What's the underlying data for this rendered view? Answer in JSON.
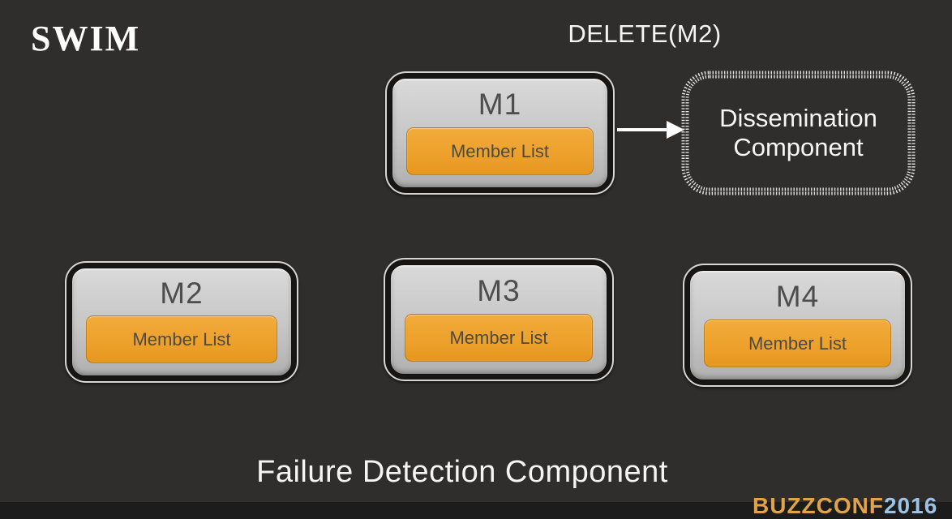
{
  "slide": {
    "title": "SWIM",
    "annotation": "DELETE(M2)",
    "caption": "Failure Detection Component",
    "background_color": "#2f2e2c"
  },
  "nodes": [
    {
      "id": "m1",
      "label": "M1",
      "sublabel": "Member List"
    },
    {
      "id": "m2",
      "label": "M2",
      "sublabel": "Member List"
    },
    {
      "id": "m3",
      "label": "M3",
      "sublabel": "Member List"
    },
    {
      "id": "m4",
      "label": "M4",
      "sublabel": "Member List"
    }
  ],
  "dissemination": {
    "label": "Dissemination Component"
  },
  "watermark": {
    "left_text": "BUZZCONF",
    "right_text": "2016",
    "left_color": "#e2a246",
    "right_color": "#9cc3e5"
  },
  "colors": {
    "node_fill_gray": "#c6c6c6",
    "member_list_orange": "#eda02b",
    "node_text": "#4d4d4d",
    "arrow_white": "#ffffff",
    "hatch_border": "#e4e4e4"
  }
}
